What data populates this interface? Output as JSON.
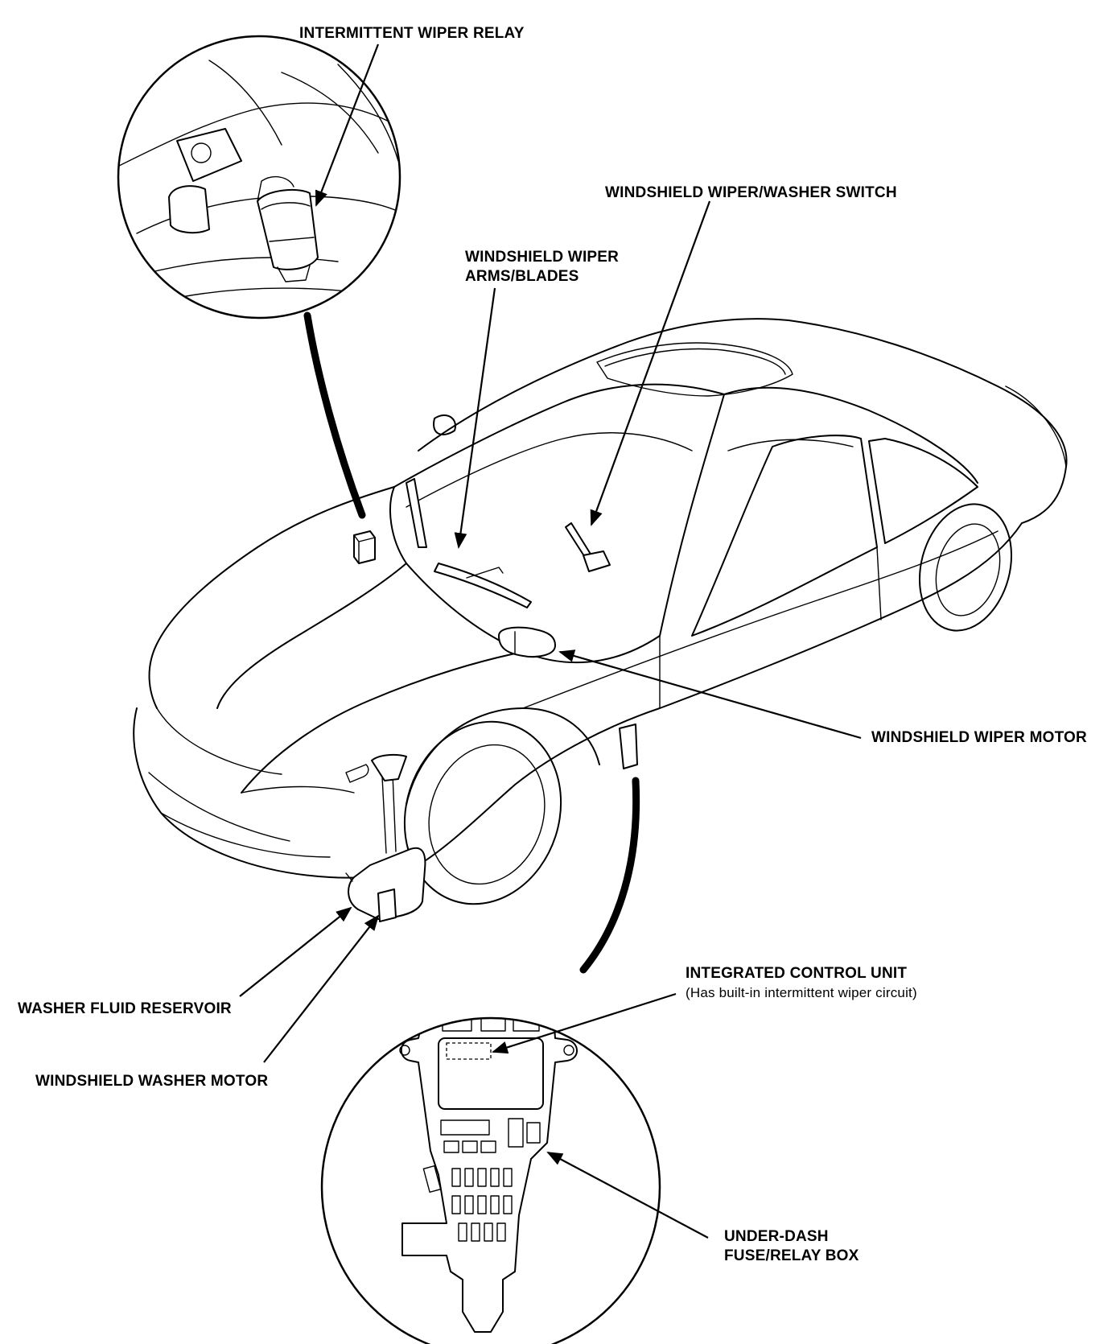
{
  "labels": {
    "intermittent_relay": "INTERMITTENT WIPER RELAY",
    "switch": "WINDSHIELD WIPER/WASHER SWITCH",
    "arms_line1": "WINDSHIELD WIPER",
    "arms_line2": "ARMS/BLADES",
    "motor": "WINDSHIELD WIPER MOTOR",
    "reservoir": "WASHER FLUID RESERVOIR",
    "washer_motor": "WINDSHIELD WASHER MOTOR",
    "icu_title": "INTEGRATED CONTROL UNIT",
    "icu_sub": "(Has built-in intermittent wiper circuit)",
    "fusebox_line1": "UNDER-DASH",
    "fusebox_line2": "FUSE/RELAY BOX"
  }
}
